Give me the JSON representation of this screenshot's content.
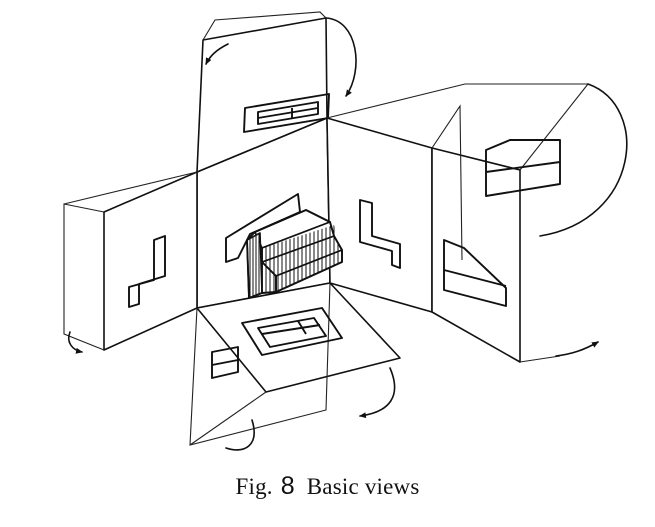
{
  "caption": {
    "prefix": "Fig.",
    "number": "8",
    "title": "Basic views"
  }
}
